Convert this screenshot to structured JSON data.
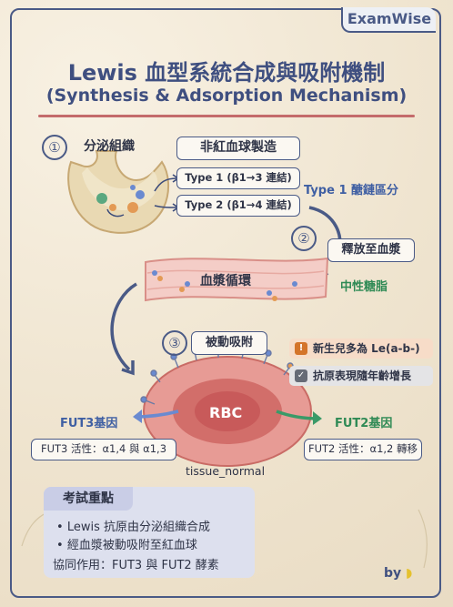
{
  "brand": "ExamWise",
  "title": "Lewis 血型系統合成與吸附機制",
  "subtitle": "(Synthesis & Adsorption Mechanism)",
  "step1": {
    "number": "①",
    "label": "分泌組織"
  },
  "nonRbc": "非紅血球製造",
  "type1": "Type 1 (β1→3 連結)",
  "type2": "Type 2 (β1→4 連結)",
  "type1Chain": "Type 1 醣鏈區分",
  "step2": {
    "number": "②",
    "label": "釋放至血漿"
  },
  "plasma": "血漿循環",
  "neutralLipid": "中性糖脂",
  "step3": {
    "number": "③",
    "label": "被動吸附"
  },
  "newborn": "新生兒多為 Le(a-b-)",
  "antigenAge": "抗原表現隨年齡增長",
  "rbc": "RBC",
  "tissue": "tissue_normal",
  "fut3": {
    "gene": "FUT3基因",
    "activity": "FUT3 活性：α1,4 與 α1,3"
  },
  "fut2": {
    "gene": "FUT2基因",
    "activity": "FUT2 活性：α1,2 轉移"
  },
  "keyPoints": {
    "title": "考試重點",
    "items": [
      "Lewis 抗原由分泌組織合成",
      "經血漿被動吸附至紅血球"
    ],
    "synergy": "協同作用：FUT3 與 FUT2 酵素"
  },
  "byline": "by",
  "colors": {
    "frame": "#4a5a86",
    "title": "#3f4f80",
    "blue": "#3f5fa3",
    "green": "#2f8a55",
    "rbc": "#c85a5a"
  },
  "icons": {
    "warning": "warning-icon",
    "check": "check-icon",
    "banana": "banana-icon"
  }
}
